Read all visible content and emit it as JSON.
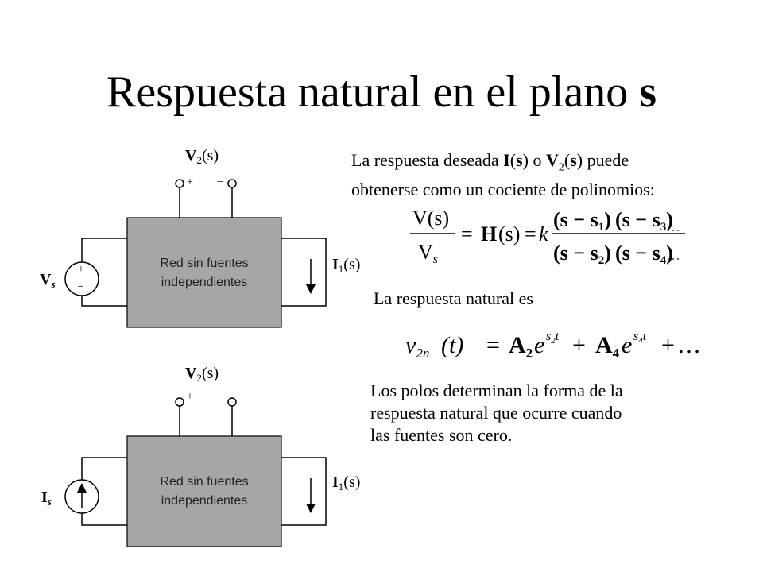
{
  "title": {
    "prefix": "Respuesta natural en el plano ",
    "bold": "s"
  },
  "box": {
    "line1": "Red sin fuentes",
    "line2": "independientes"
  },
  "labels": {
    "v2_letter": "V",
    "v2_sub": "2",
    "v2_arg": "(s)",
    "i1_letter": "I",
    "i1_sub": "1",
    "i1_arg": "(s)",
    "vs_letter": "V",
    "vs_sub": "s",
    "is_letter": "I",
    "is_sub": "s",
    "plus": "+",
    "minus": "−"
  },
  "text": {
    "para1_a": "La respuesta deseada ",
    "para1_I": "I",
    "para1_b": "(",
    "para1_s1": "s",
    "para1_c": ") o ",
    "para1_V": "V",
    "para1_sub": "2",
    "para1_d": "(",
    "para1_s2": "s",
    "para1_e": ") puede",
    "para1_line2": "obtenerse como un cociente de polinomios:",
    "para2": "La respuesta natural es",
    "para3_line1": "Los polos determinan la forma de la",
    "para3_line2": "respuesta natural que ocurre cuando",
    "para3_line3": "las fuentes son cero."
  },
  "equation1": {
    "num": "V(s)",
    "den_letter": "V",
    "den_sub": "s",
    "eq": "=",
    "H": "H",
    "Harg": "(s)",
    "eq2": "=",
    "k": "k",
    "num2_a": "(s − s",
    "num2_a_sub": "1",
    "num2_a_end": ")",
    "num2_b": "(s − s",
    "num2_b_sub": "3",
    "num2_b_end": ")",
    "num2_dots": "…",
    "den2_a": "(s − s",
    "den2_a_sub": "2",
    "den2_a_end": ")",
    "den2_b": "(s − s",
    "den2_b_sub": "4",
    "den2_b_end": ")",
    "den2_dots": "…"
  },
  "equation2": {
    "v": "v",
    "v_sub": "2n",
    "targ": "(t)",
    "eq": "=",
    "A2": "A",
    "A2_sub": "2",
    "e1": "e",
    "e1_exp_s": "s",
    "e1_exp_sub": "2",
    "e1_exp_t": "t",
    "plus1": "+",
    "A4": "A",
    "A4_sub": "4",
    "e2": "e",
    "e2_exp_s": "s",
    "e2_exp_sub": "4",
    "e2_exp_t": "t",
    "plus2": "+",
    "dots": "…"
  }
}
